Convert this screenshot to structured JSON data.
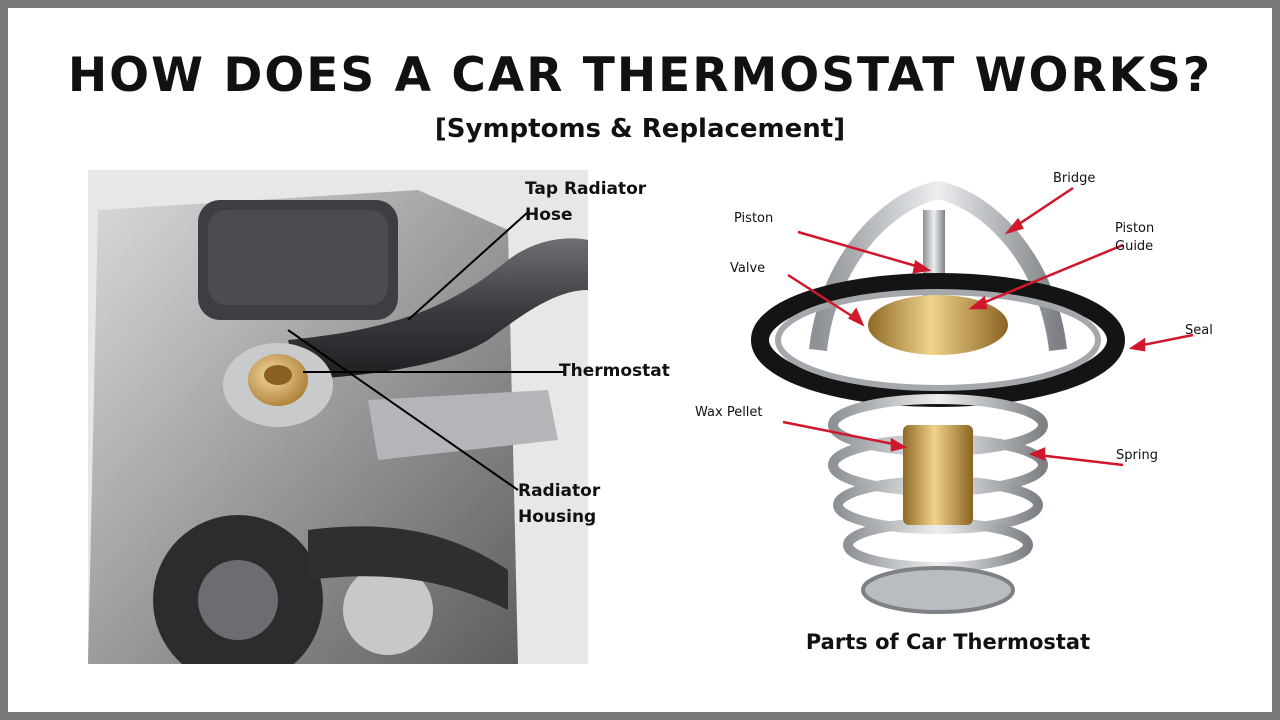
{
  "header": {
    "title": "HOW DOES A CAR THERMOSTAT WORKS?",
    "subtitle": "[Symptoms & Replacement]"
  },
  "engine_diagram": {
    "labels": {
      "tap_radiator_hose": "Tap Radiator\nHose",
      "thermostat": "Thermostat",
      "radiator_housing": "Radiator\nHousing"
    }
  },
  "thermostat_diagram": {
    "labels": {
      "bridge": "Bridge",
      "piston": "Piston",
      "piston_guide": "Piston\nGuide",
      "valve": "Valve",
      "seal": "Seal",
      "wax_pellet": "Wax Pellet",
      "spring": "Spring"
    },
    "caption": "Parts of Car Thermostat"
  },
  "colors": {
    "frame": "#7a7a7a",
    "background": "#ffffff",
    "arrow": "#d0172b",
    "brass": "#c9a14a",
    "seal": "#1a1a1a",
    "steel": "#b9bcc0"
  }
}
